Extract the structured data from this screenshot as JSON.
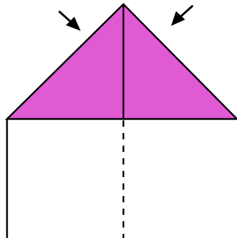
{
  "diagram": {
    "type": "origami-fold-step",
    "colors": {
      "paper_fill": "#E05AD4",
      "line": "#000000",
      "background": "#FFFFFF"
    },
    "elements": [
      "folded-triangle",
      "center-crease-line",
      "dashed-valley-fold-line",
      "left-paper-edge",
      "arrow-left-fold",
      "arrow-right-fold"
    ],
    "arrows": [
      {
        "name": "arrow-left-fold",
        "direction": "down-right"
      },
      {
        "name": "arrow-right-fold",
        "direction": "down-left"
      }
    ],
    "fold_line_style": "dashed"
  }
}
